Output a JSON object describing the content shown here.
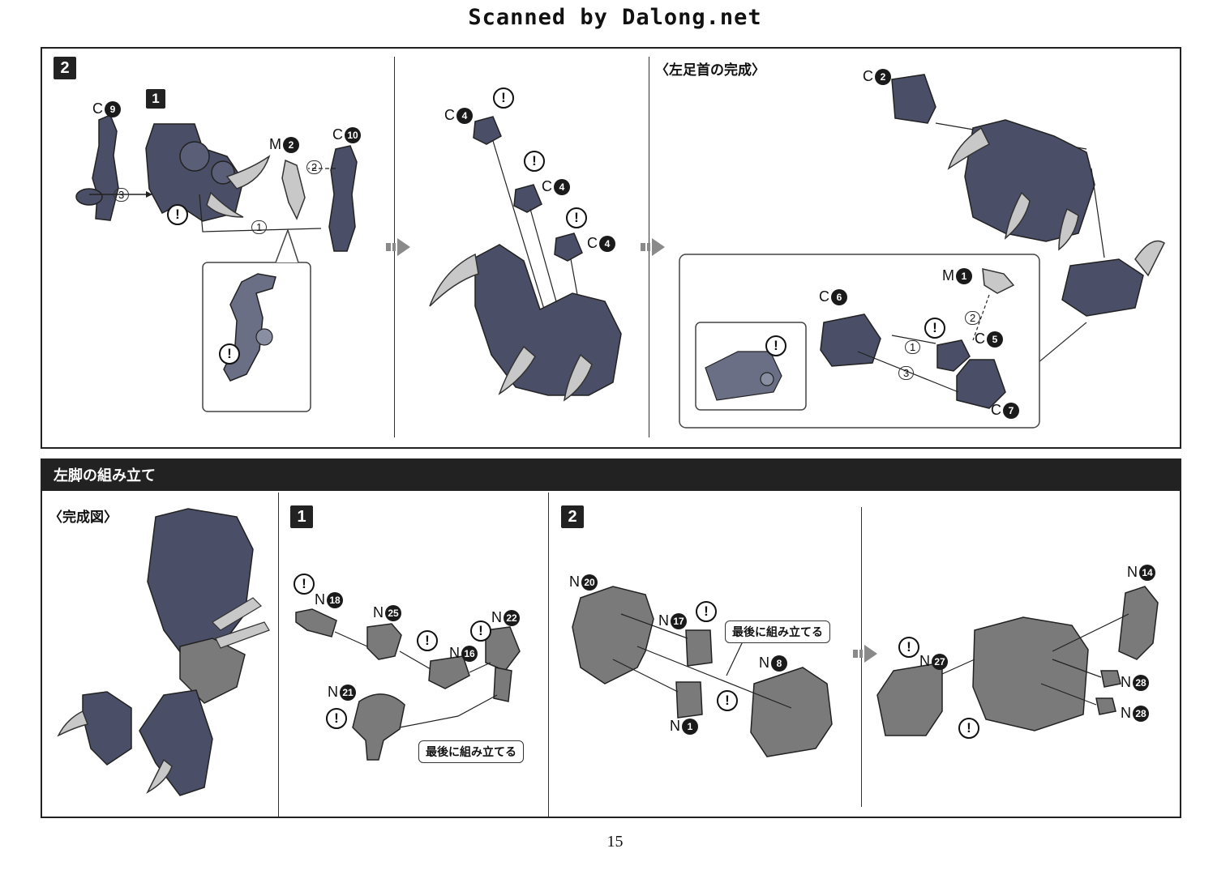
{
  "watermark": "Scanned by Dalong.net",
  "page_number": "15",
  "top_panel": {
    "step_badge": "2",
    "sub_badge": "1",
    "sub3_heading": "〈左足首の完成〉",
    "parts": {
      "c9": {
        "letter": "C",
        "num": "9"
      },
      "m2": {
        "letter": "M",
        "num": "2"
      },
      "c10": {
        "letter": "C",
        "num": "10"
      },
      "c4a": {
        "letter": "C",
        "num": "4"
      },
      "c4b": {
        "letter": "C",
        "num": "4"
      },
      "c4c": {
        "letter": "C",
        "num": "4"
      },
      "c2": {
        "letter": "C",
        "num": "2"
      },
      "m1": {
        "letter": "M",
        "num": "1"
      },
      "c6": {
        "letter": "C",
        "num": "6"
      },
      "c5": {
        "letter": "C",
        "num": "5"
      },
      "c7": {
        "letter": "C",
        "num": "7"
      }
    },
    "order_marks": {
      "a3": "3",
      "a2": "2",
      "a1": "1",
      "b1": "1",
      "b2": "2",
      "b3": "3"
    },
    "warn_symbol": "!"
  },
  "bottom_panel": {
    "section_title": "左脚の組み立て",
    "complete_heading": "〈完成図〉",
    "step1_badge": "1",
    "step2_badge": "2",
    "note_text_1": "最後に組み立てる",
    "note_text_2": "最後に組み立てる",
    "parts": {
      "n18": {
        "letter": "N",
        "num": "18"
      },
      "n25": {
        "letter": "N",
        "num": "25"
      },
      "n22": {
        "letter": "N",
        "num": "22"
      },
      "n16": {
        "letter": "N",
        "num": "16"
      },
      "n21": {
        "letter": "N",
        "num": "21"
      },
      "n20": {
        "letter": "N",
        "num": "20"
      },
      "n17": {
        "letter": "N",
        "num": "17"
      },
      "n8": {
        "letter": "N",
        "num": "8"
      },
      "n1": {
        "letter": "N",
        "num": "1"
      },
      "n14": {
        "letter": "N",
        "num": "14"
      },
      "n27": {
        "letter": "N",
        "num": "27"
      },
      "n28a": {
        "letter": "N",
        "num": "28"
      },
      "n28b": {
        "letter": "N",
        "num": "28"
      }
    }
  },
  "colors": {
    "part_dark": "#4a4e66",
    "part_mid": "#6b6f86",
    "part_gray": "#7a7a7a",
    "claw": "#c8c8c8",
    "frame": "#222222",
    "arrow_nav": "#8a8a8a"
  }
}
